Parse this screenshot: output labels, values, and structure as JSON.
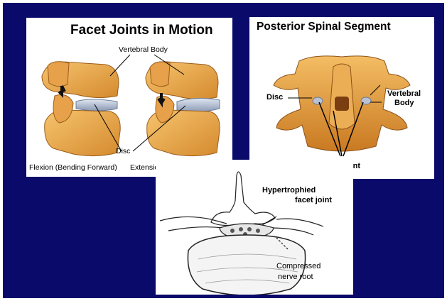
{
  "motion_panel": {
    "title": "Facet Joints in Motion",
    "vertebral_body_label": "Vertebral Body",
    "disc_label": "Disc",
    "flexion_caption": "Flexion (Bending Forward)",
    "extension_caption": "Extension (Bending Backward)"
  },
  "segment_panel": {
    "title": "Posterior Spinal Segment",
    "disc_label": "Disc",
    "vertebral_body_label_line1": "Vertebral",
    "vertebral_body_label_line2": "Body",
    "facet_joint_label": "Facet Joint"
  },
  "hypertrophy_panel": {
    "hypertrophied_line1": "Hypertrophied",
    "hypertrophied_line2": "facet joint",
    "compressed_line1": "Compressed",
    "compressed_line2": "nerve root"
  },
  "colors": {
    "background": "#0a0a6a",
    "bone": "#e8a64a",
    "disc": "#a9b6cc"
  }
}
